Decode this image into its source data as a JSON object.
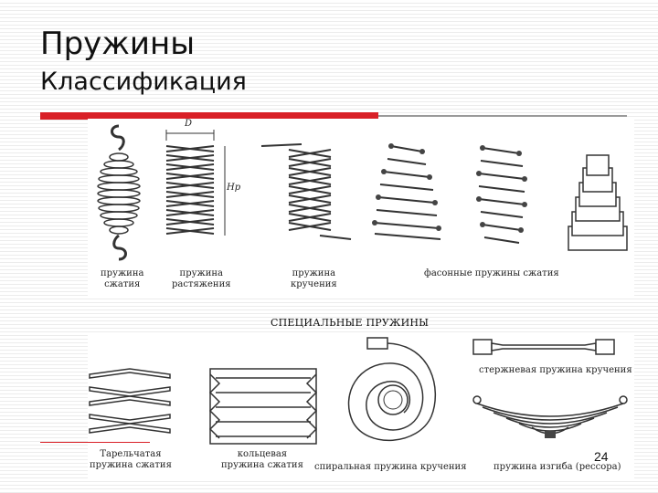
{
  "slide": {
    "title": "Пружины",
    "subtitle": "Классификация",
    "page_number": "24",
    "accent_color": "#d92027"
  },
  "top_section": {
    "captions": {
      "compression": [
        "пружина",
        "сжатия"
      ],
      "tension": [
        "пружина",
        "растяжения"
      ],
      "torsion": [
        "пружина",
        "кручения"
      ],
      "shaped": "фасонные пружины сжатия"
    },
    "dimension_labels": {
      "length": "D",
      "height": "Hp"
    }
  },
  "special_section": {
    "heading": "СПЕЦИАЛЬНЫЕ ПРУЖИНЫ",
    "captions": {
      "bar_torsion": "стержневая пружина кручения",
      "disc": [
        "Тарельчатая",
        "пружина сжатия"
      ],
      "ring": [
        "кольцевая",
        "пружина сжатия"
      ],
      "spiral": "спиральная пружина кручения",
      "leaf": "пружина изгиба (рессора)"
    }
  }
}
